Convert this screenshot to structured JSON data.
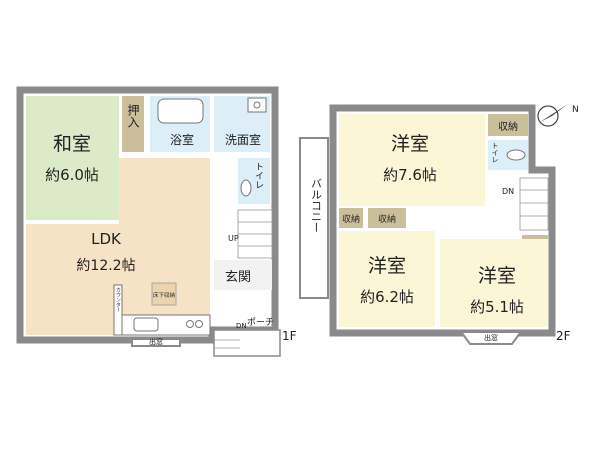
{
  "floor1": {
    "tag": "1F",
    "washitsu": {
      "name": "和室",
      "size": "約6.0帖"
    },
    "oshiire": "押入",
    "yokushitsu": "浴室",
    "senmenshitsu": "洗面室",
    "toilet": "トイレ",
    "ldk": {
      "name": "LDK",
      "size": "約12.2帖"
    },
    "genkan": "玄関",
    "porch": "ポーチ",
    "up": "UP",
    "dn": "DN",
    "floor_storage": "床下収納",
    "counter": "カウンター",
    "demado": "出窓"
  },
  "floor2": {
    "tag": "2F",
    "room_a": {
      "name": "洋室",
      "size": "約7.6帖"
    },
    "room_b": {
      "name": "洋室",
      "size": "約6.2帖"
    },
    "room_c": {
      "name": "洋室",
      "size": "約5.1帖"
    },
    "storage": "収納",
    "toilet": "トイレ",
    "balcony": "バルコニー",
    "dn": "DN",
    "demado": "出窓"
  },
  "compass": "N",
  "colors": {
    "wall": "#8a8a8a",
    "washitsu": "#dcebc7",
    "ldk": "#f6e2c4",
    "yoshitsu": "#fbf6d6",
    "wet": "#dceef7",
    "storage": "#cbbf9b",
    "floor_storage": "#ecd3ae",
    "white": "#ffffff"
  }
}
